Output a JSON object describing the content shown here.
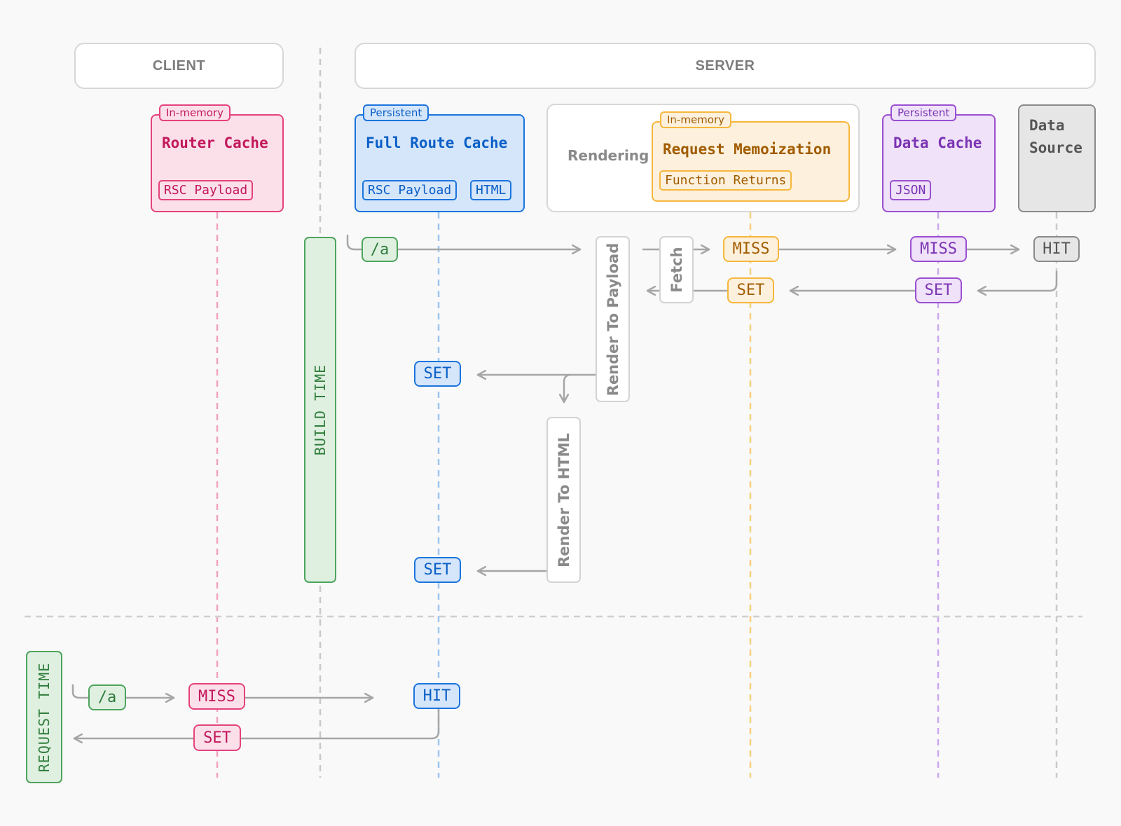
{
  "headers": {
    "client": "CLIENT",
    "server": "SERVER"
  },
  "router_cache": {
    "tag": "In-memory",
    "title": "Router Cache",
    "chip": "RSC Payload"
  },
  "full_route_cache": {
    "tag": "Persistent",
    "title": "Full Route Cache",
    "chip1": "RSC Payload",
    "chip2": "HTML"
  },
  "rendering": {
    "label": "Rendering"
  },
  "request_memo": {
    "tag": "In-memory",
    "title": "Request Memoization",
    "chip": "Function Returns"
  },
  "data_cache": {
    "tag": "Persistent",
    "title": "Data Cache",
    "chip": "JSON"
  },
  "data_source": {
    "line1": "Data",
    "line2": "Source"
  },
  "build_time": {
    "label": "BUILD TIME",
    "route": "/a",
    "render_payload": "Render To Payload",
    "fetch": "Fetch",
    "memo_miss": "MISS",
    "memo_set": "SET",
    "data_miss": "MISS",
    "data_set": "SET",
    "source_hit": "HIT",
    "frc_set_payload": "SET",
    "render_html": "Render To HTML",
    "frc_set_html": "SET"
  },
  "request_time": {
    "label": "REQUEST TIME",
    "route": "/a",
    "router_miss": "MISS",
    "frc_hit": "HIT",
    "router_set": "SET"
  },
  "colors": {
    "router": "#e4427c",
    "full_route": "#1b74dd",
    "memo": "#f6b73c",
    "data_cache": "#9a4fd1",
    "data_source": "#8a8a8a",
    "time": "#4ea45c",
    "arrow": "#a6a6a6"
  }
}
